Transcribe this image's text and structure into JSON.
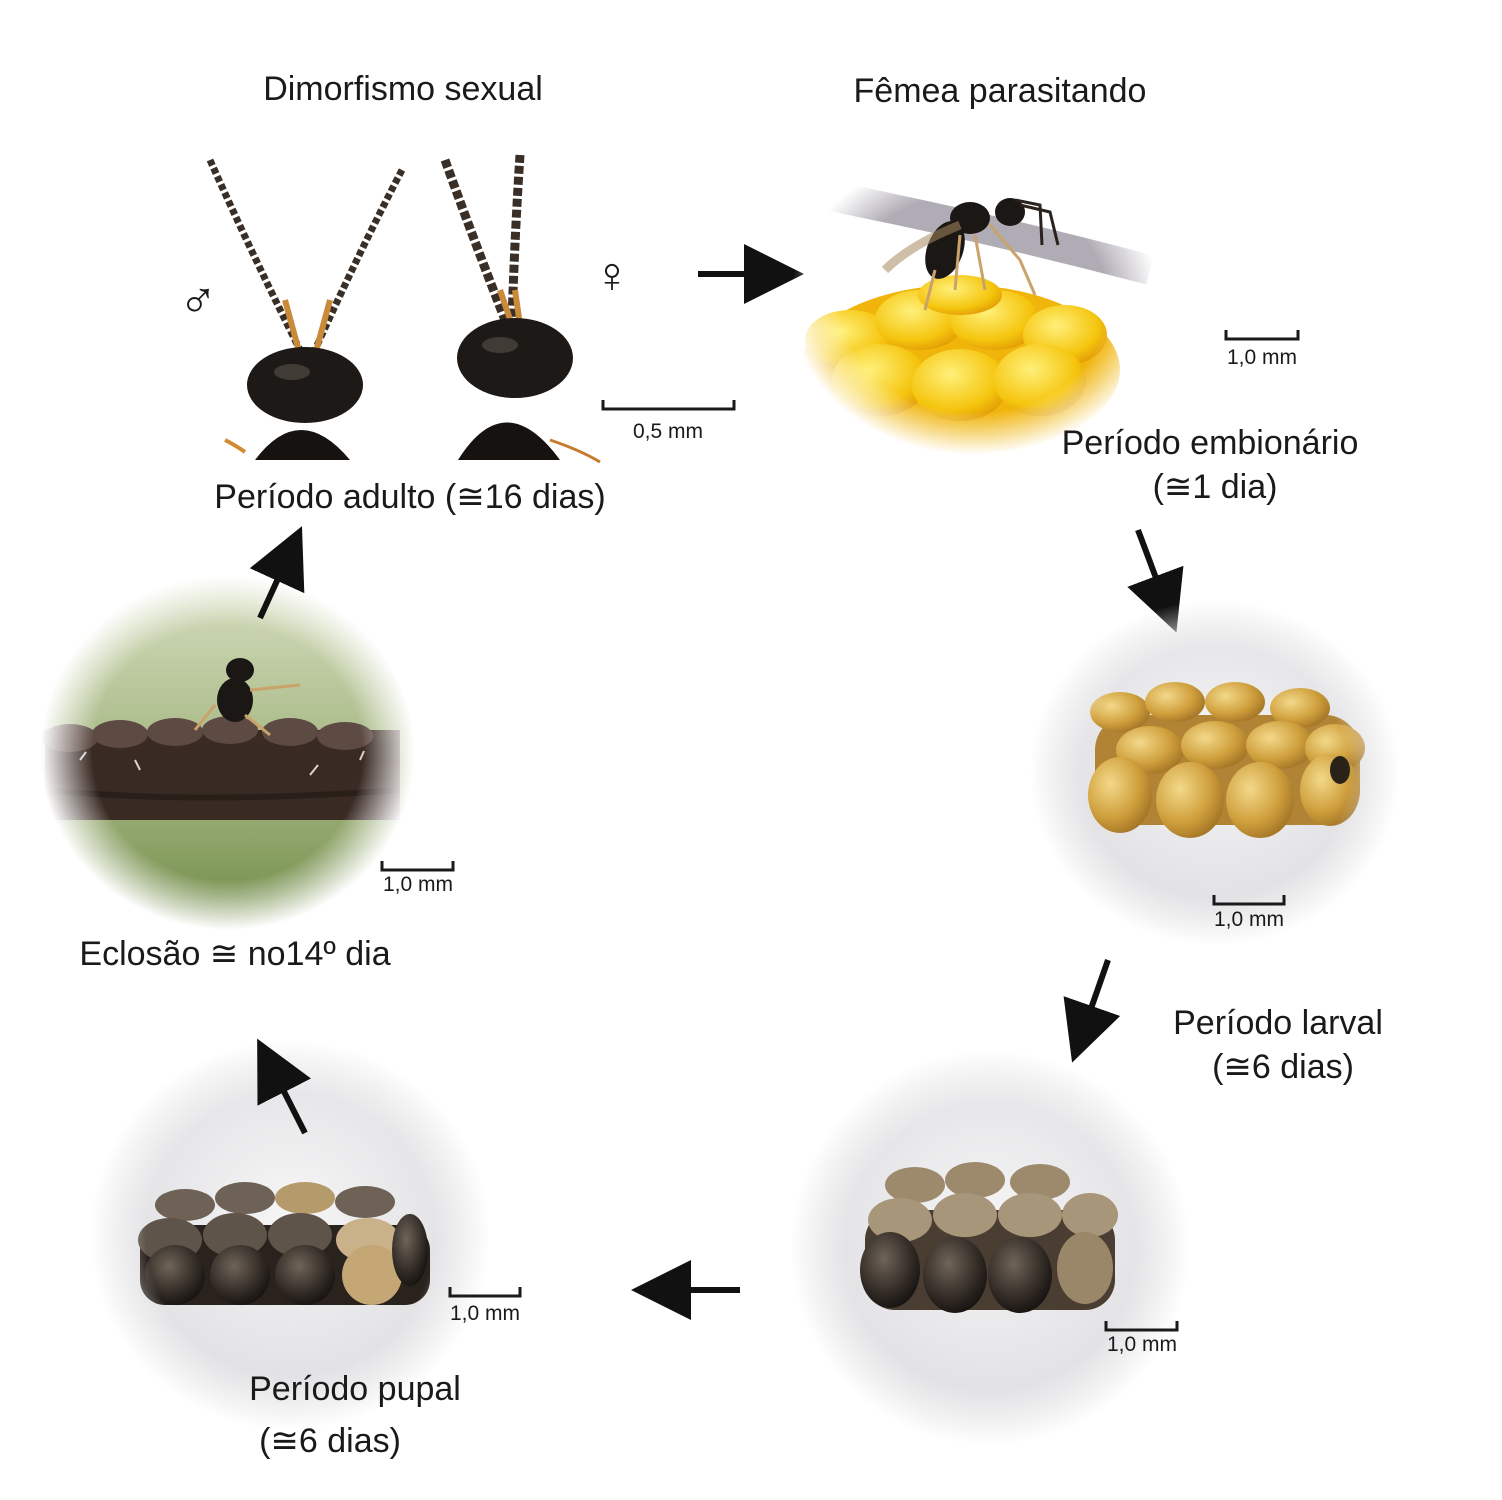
{
  "labels": {
    "dimorfismo": "Dimorfismo sexual",
    "femea_parasitando": "Fêmea parasitando",
    "periodo_adulto": "Período adulto (≅16 dias)",
    "periodo_embrionario_line1": "Período embionário",
    "periodo_embrionario_line2": "(≅1 dia)",
    "periodo_larval_line1": "Período larval",
    "periodo_larval_line2": "(≅6 dias)",
    "periodo_pupal_line1": "Período pupal",
    "periodo_pupal_line2": "(≅6 dias)",
    "eclosao": "Eclosão ≅  no14º dia"
  },
  "symbols": {
    "male": "♂",
    "female": "♀"
  },
  "scalebars": {
    "antennae": "0,5 mm",
    "parasitizing": "1,0 mm",
    "eggs_embryonic": "1,0 mm",
    "eggs_larval": "1,0 mm",
    "eggs_pupal": "1,0 mm",
    "emergence": "1,0  mm"
  },
  "colors": {
    "arrow": "#111111",
    "yolk": "#f2c20c",
    "wasp": "#1b1714",
    "amber_egg": "#c99a3a",
    "dark_egg": "#2b2420",
    "leaf": "#6f8a48"
  }
}
